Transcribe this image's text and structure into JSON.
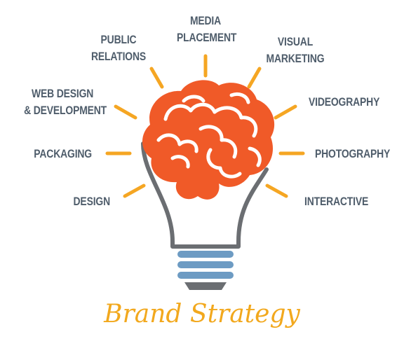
{
  "title": "Brand Strategy",
  "labels": {
    "media_placement": [
      "MEDIA",
      "PLACEMENT"
    ],
    "public_relations": [
      "PUBLIC",
      "RELATIONS"
    ],
    "visual_marketing": [
      "VISUAL",
      "MARKETING"
    ],
    "web_design": [
      "WEB DESIGN",
      "& DEVELOPMENT"
    ],
    "videography": [
      "VIDEOGRAPHY"
    ],
    "packaging": [
      "PACKAGING"
    ],
    "photography": [
      "PHOTOGRAPHY"
    ],
    "design": [
      "DESIGN"
    ],
    "interactive": [
      "INTERACTIVE"
    ]
  },
  "colors": {
    "brain": "#f05a28",
    "bulb_outline": "#6b6e72",
    "base_stripe": "#6d9bc3",
    "base_bottom": "#6b6e72",
    "rays": "#f5a623",
    "label_text": "#4f5d6b",
    "title": "#f2a81d"
  },
  "icons": [
    "lightbulb-icon",
    "brain-icon"
  ]
}
